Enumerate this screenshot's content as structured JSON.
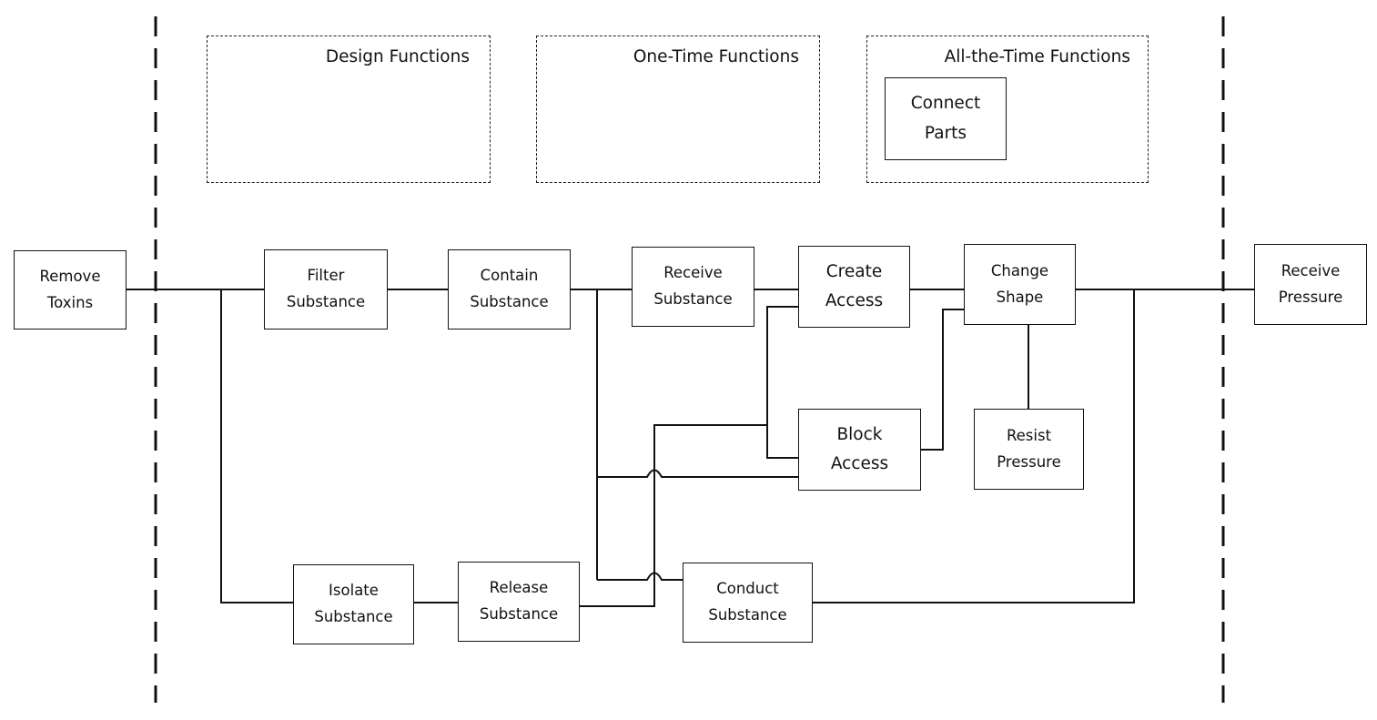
{
  "regions": {
    "design": {
      "title": "Design Functions"
    },
    "one_time": {
      "title": "One-Time Functions"
    },
    "all_the_time": {
      "title": "All-the-Time Functions"
    }
  },
  "nodes": {
    "connect_parts": [
      "Connect",
      "Parts"
    ],
    "remove_toxins": [
      "Remove",
      "Toxins"
    ],
    "filter_substance": [
      "Filter",
      "Substance"
    ],
    "contain_substance": [
      "Contain",
      "Substance"
    ],
    "receive_substance": [
      "Receive",
      "Substance"
    ],
    "create_access": [
      "Create",
      "Access"
    ],
    "change_shape": [
      "Change",
      "Shape"
    ],
    "receive_pressure": [
      "Receive",
      "Pressure"
    ],
    "block_access": [
      "Block",
      "Access"
    ],
    "resist_pressure": [
      "Resist",
      "Pressure"
    ],
    "isolate_substance": [
      "Isolate",
      "Substance"
    ],
    "release_substance": [
      "Release",
      "Substance"
    ],
    "conduct_substance": [
      "Conduct",
      "Substance"
    ]
  },
  "colors": {
    "line": "#111111",
    "background": "#ffffff"
  }
}
